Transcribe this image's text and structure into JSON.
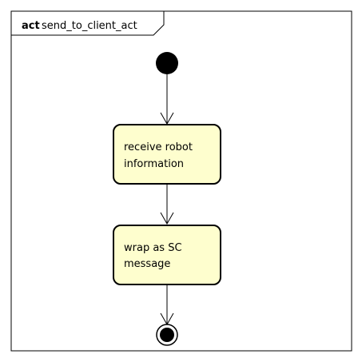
{
  "diagram": {
    "frame": {
      "keyword": "act",
      "name": "send_to_client_act"
    },
    "nodes": [
      {
        "id": "start",
        "type": "initial"
      },
      {
        "id": "a1",
        "type": "action",
        "lines": [
          "receive robot",
          "information"
        ]
      },
      {
        "id": "a2",
        "type": "action",
        "lines": [
          "wrap as SC",
          "message"
        ]
      },
      {
        "id": "end",
        "type": "final"
      }
    ],
    "edges": [
      {
        "from": "start",
        "to": "a1"
      },
      {
        "from": "a1",
        "to": "a2"
      },
      {
        "from": "a2",
        "to": "end"
      }
    ],
    "colors": {
      "action_fill": "#FEFECE",
      "stroke": "#000000",
      "node_fill": "#000000",
      "background": "#FFFFFF"
    }
  }
}
